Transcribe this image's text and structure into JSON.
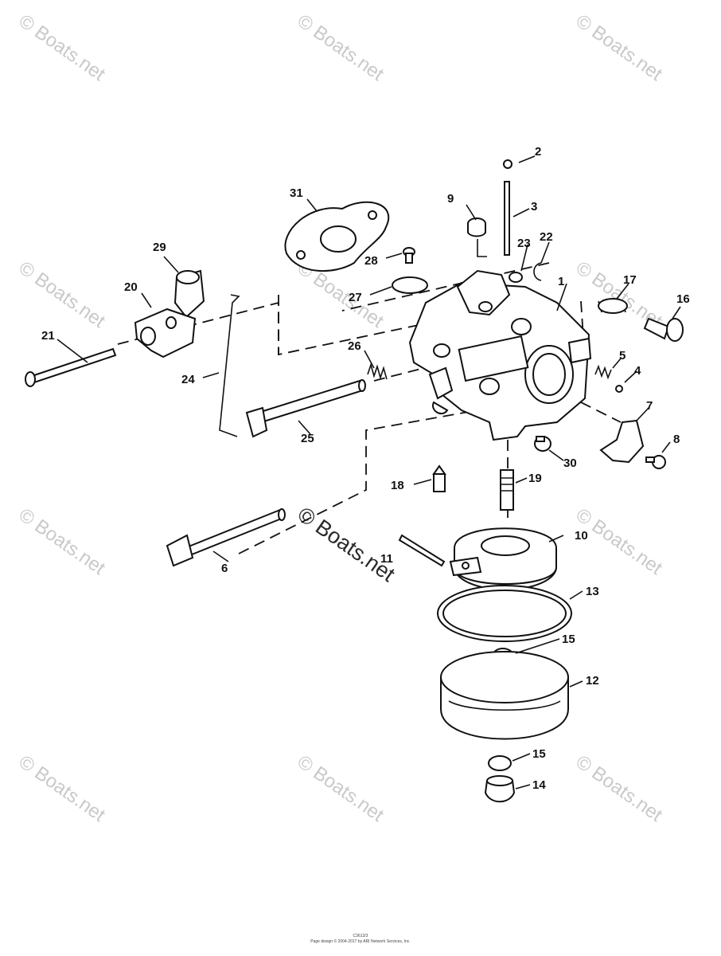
{
  "watermark": {
    "text": "Boats.net",
    "symbol": "©"
  },
  "parts": [
    {
      "label": "1"
    },
    {
      "label": "2"
    },
    {
      "label": "3"
    },
    {
      "label": "4"
    },
    {
      "label": "5"
    },
    {
      "label": "6"
    },
    {
      "label": "7"
    },
    {
      "label": "8"
    },
    {
      "label": "9"
    },
    {
      "label": "10"
    },
    {
      "label": "11"
    },
    {
      "label": "12"
    },
    {
      "label": "13"
    },
    {
      "label": "14"
    },
    {
      "label": "15"
    },
    {
      "label": "15"
    },
    {
      "label": "16"
    },
    {
      "label": "17"
    },
    {
      "label": "18"
    },
    {
      "label": "19"
    },
    {
      "label": "20"
    },
    {
      "label": "21"
    },
    {
      "label": "22"
    },
    {
      "label": "23"
    },
    {
      "label": "24"
    },
    {
      "label": "25"
    },
    {
      "label": "26"
    },
    {
      "label": "27"
    },
    {
      "label": "28"
    },
    {
      "label": "29"
    },
    {
      "label": "30"
    },
    {
      "label": "31"
    }
  ],
  "footer": {
    "line1": "C3613/3",
    "line2": "Page design © 2004-2017 by ARI Network Services, Inc."
  }
}
